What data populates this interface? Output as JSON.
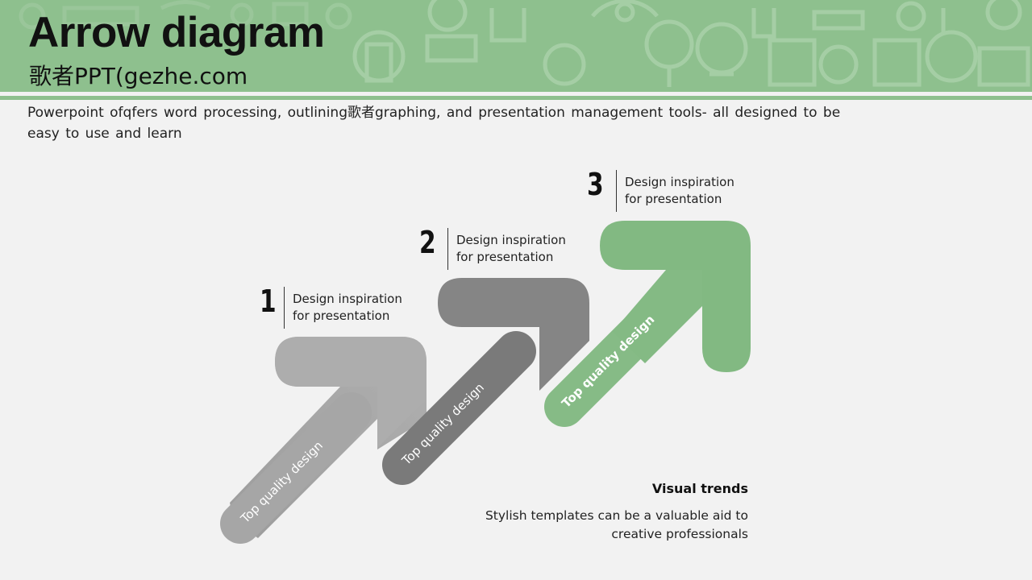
{
  "header": {
    "title": "Arrow diagram",
    "subtitle": "歌者PPT(gezhe.com"
  },
  "description": "Powerpoint ofqfers word processing, outlining歌者graphing, and presentation management tools- all designed to be easy to use and learn",
  "colors": {
    "header_green": "#8ec08e",
    "arrow_1": "#a6a6a6",
    "arrow_2": "#7f7f7f",
    "arrow_3": "#84ba84"
  },
  "steps": [
    {
      "number": "1",
      "label_line1": "Design inspiration",
      "label_line2": "for presentation",
      "arrow_text": "Top quality design"
    },
    {
      "number": "2",
      "label_line1": "Design inspiration",
      "label_line2": "for presentation",
      "arrow_text": "Top quality design"
    },
    {
      "number": "3",
      "label_line1": "Design inspiration",
      "label_line2": "for presentation",
      "arrow_text": "Top quality design"
    }
  ],
  "trends": {
    "title": "Visual trends",
    "text": "Stylish templates can be a valuable aid to creative professionals"
  }
}
